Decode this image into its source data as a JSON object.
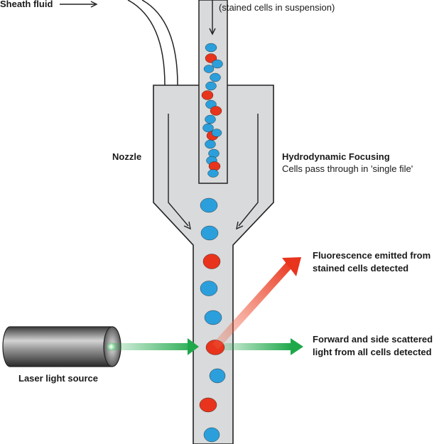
{
  "labels": {
    "sheath_fluid": "Sheath fluid",
    "sample_note": "(stained cells in suspension)",
    "nozzle": "Nozzle",
    "focusing_title": "Hydrodynamic Focusing",
    "focusing_desc": "Cells pass through in 'single file'",
    "fluorescence_line1": "Fluorescence emitted from",
    "fluorescence_line2": "stained cells detected",
    "scatter_line1": "Forward and side scattered",
    "scatter_line2": "light from all cells detected",
    "laser": "Laser light source"
  },
  "colors": {
    "blue_cell": "#2b9fdc",
    "red_cell": "#e8341c",
    "tube_fill": "#d9dadb",
    "outline": "#222222",
    "green_beam": "#1fa84a",
    "red_beam": "#f04a2a"
  }
}
